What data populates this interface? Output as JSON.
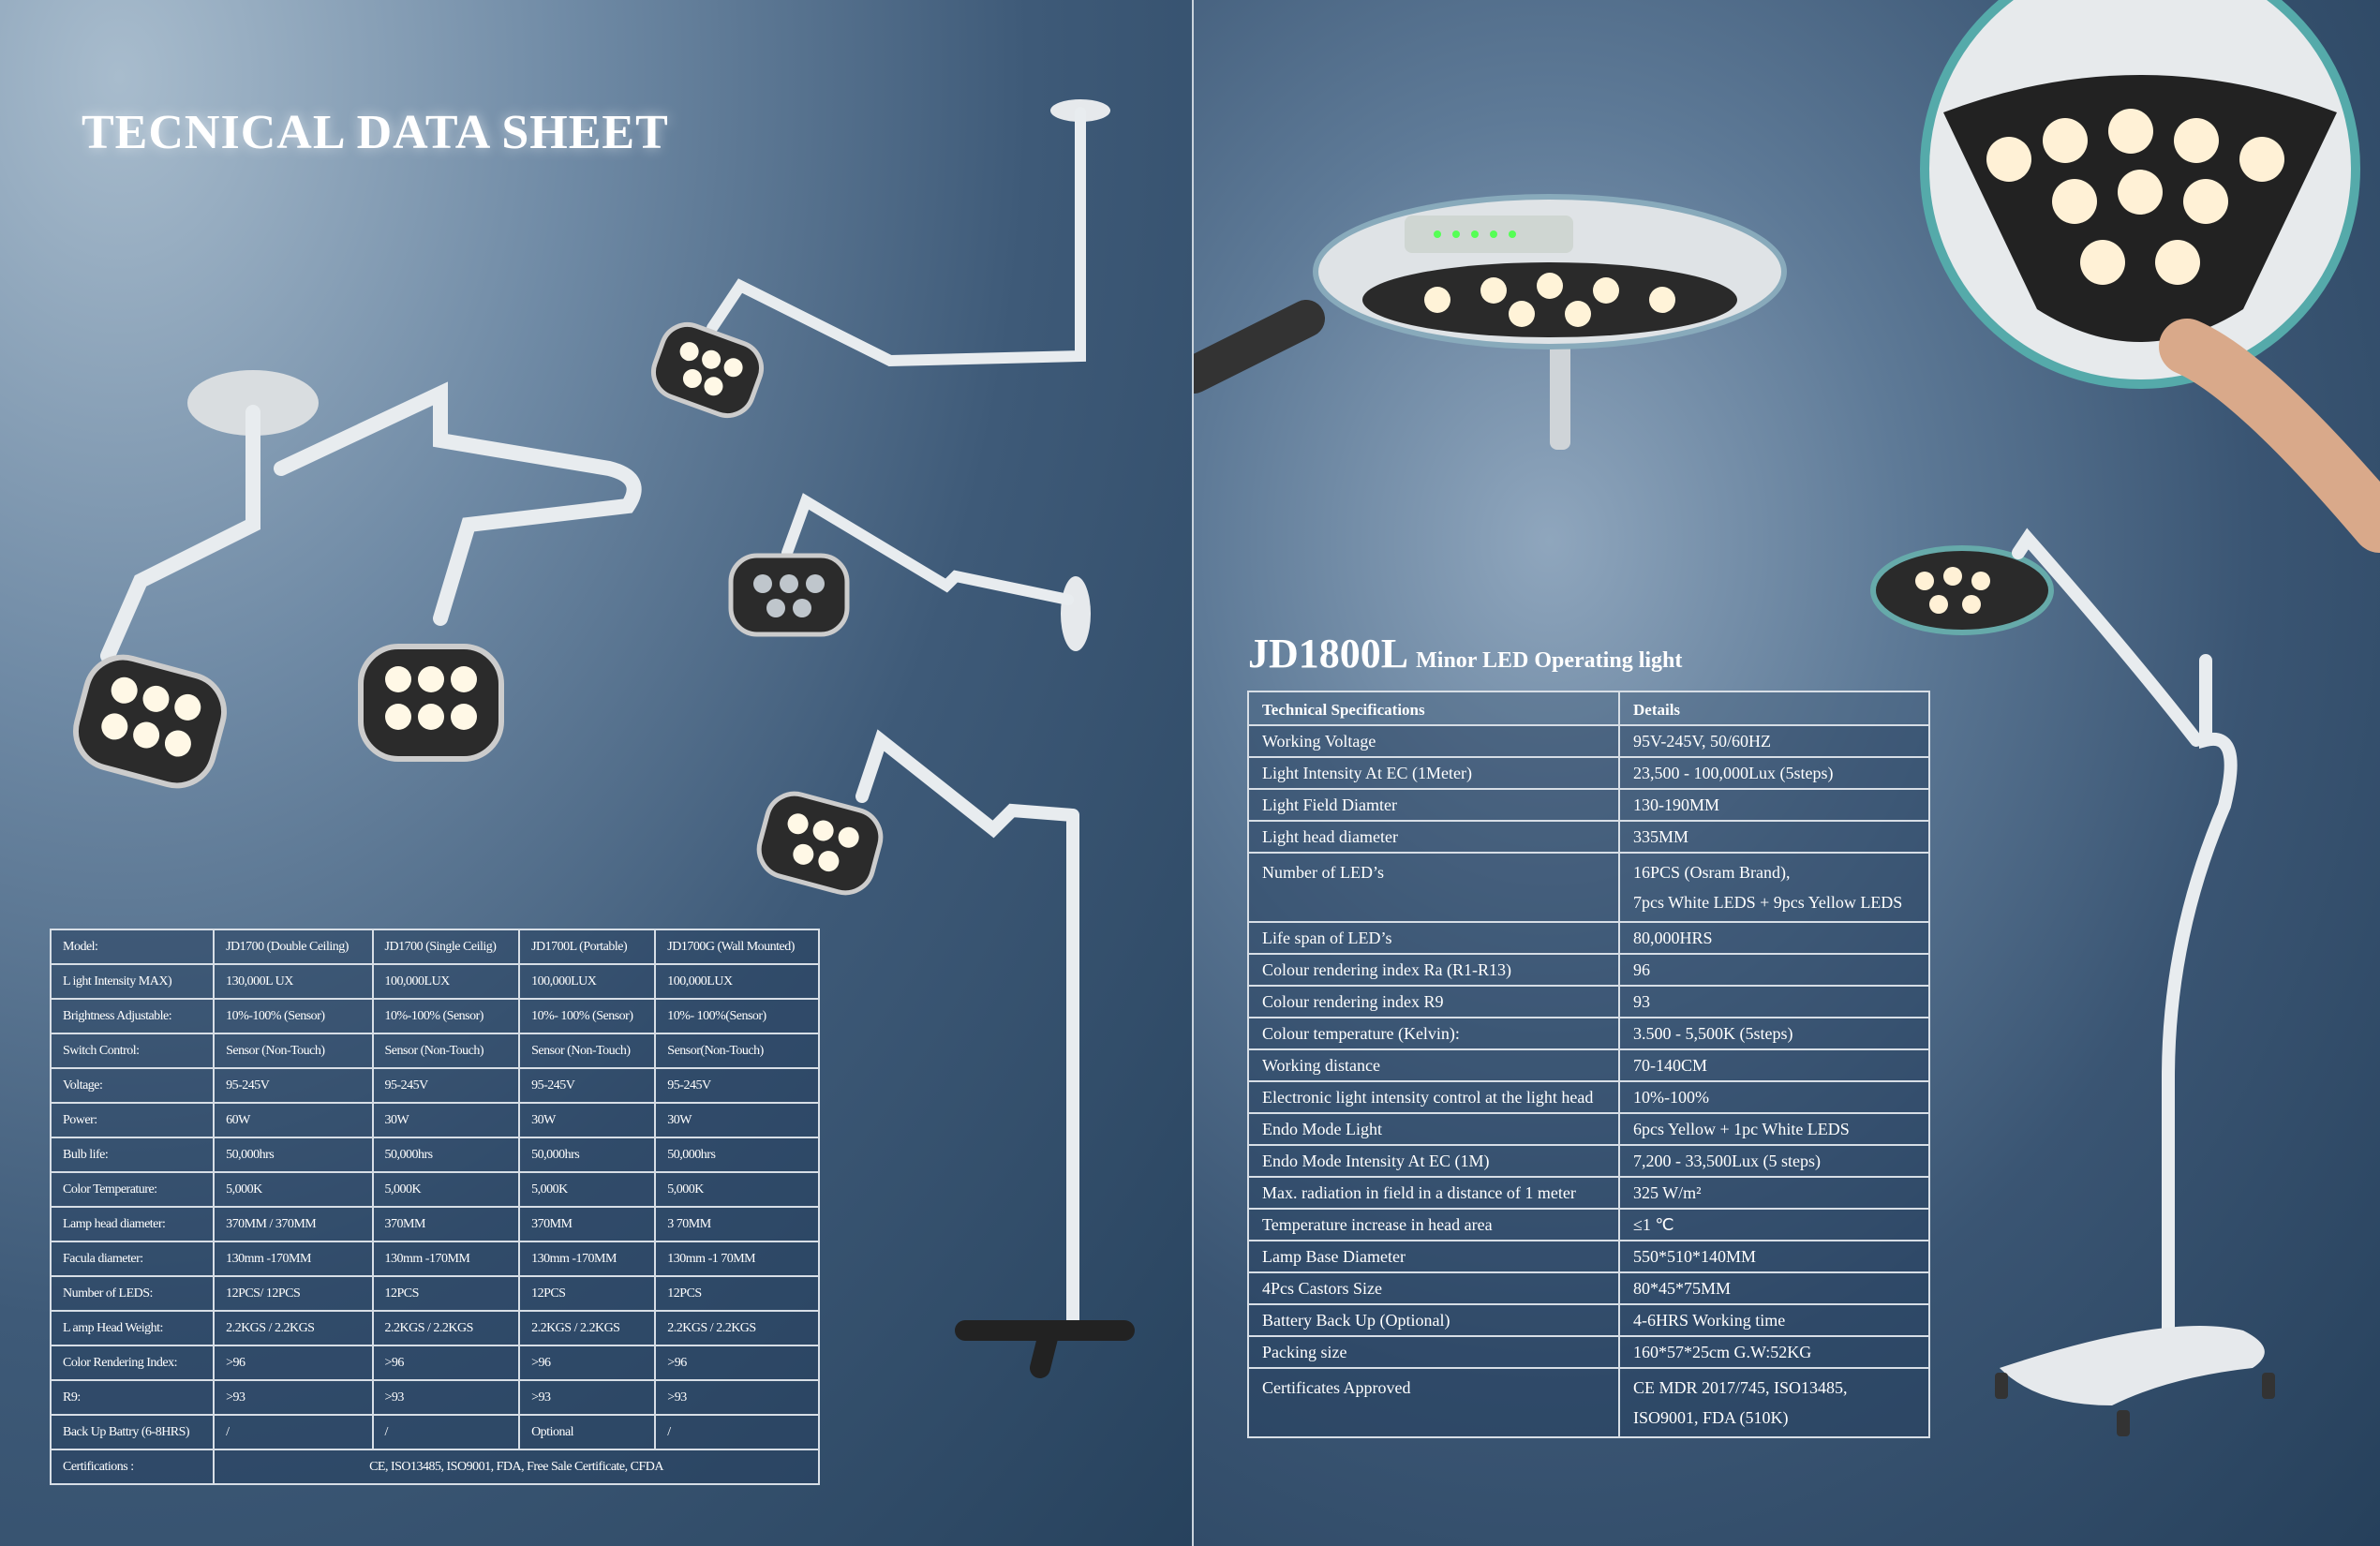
{
  "left_page": {
    "title": "TECNICAL DATA SHEET",
    "table": {
      "header": [
        "Model:",
        "JD1700 (Double Ceiling)",
        "JD1700 (Single Ceilig)",
        "JD1700L (Portable)",
        "JD1700G (Wall Mounted)"
      ],
      "rows": [
        [
          "L ight Intensity MAX)",
          "130,000L UX",
          "100,000LUX",
          "100,000LUX",
          "100,000LUX"
        ],
        [
          "Brightness Adjustable:",
          "10%-100% (Sensor)",
          "10%-100% (Sensor)",
          "10%- 100% (Sensor)",
          "10%- 100%(Sensor)"
        ],
        [
          "Switch Control:",
          "Sensor (Non-Touch)",
          "Sensor (Non-Touch)",
          "Sensor (Non-Touch)",
          "Sensor(Non-Touch)"
        ],
        [
          "Voltage:",
          "95-245V",
          "95-245V",
          "95-245V",
          "95-245V"
        ],
        [
          "Power:",
          "60W",
          "30W",
          "30W",
          "30W"
        ],
        [
          "Bulb life:",
          "50,000hrs",
          "50,000hrs",
          "50,000hrs",
          "50,000hrs"
        ],
        [
          "Color Temperature:",
          "5,000K",
          "5,000K",
          "5,000K",
          "5,000K"
        ],
        [
          "Lamp head diameter:",
          "370MM / 370MM",
          "370MM",
          "370MM",
          "3 70MM"
        ],
        [
          "Facula diameter:",
          "130mm -170MM",
          "130mm -170MM",
          "130mm -170MM",
          "130mm -1 70MM"
        ],
        [
          "Number of LEDS:",
          "12PCS/ 12PCS",
          "12PCS",
          "12PCS",
          "12PCS"
        ],
        [
          "L amp Head Weight:",
          "2.2KGS / 2.2KGS",
          "2.2KGS / 2.2KGS",
          "2.2KGS / 2.2KGS",
          "2.2KGS / 2.2KGS"
        ],
        [
          "Color Rendering Index:",
          ">96",
          ">96",
          ">96",
          ">96"
        ],
        [
          "R9:",
          ">93",
          ">93",
          ">93",
          ">93"
        ],
        [
          "Back Up Battry (6-8HRS)",
          "/",
          "/",
          "Optional",
          "/"
        ]
      ],
      "cert_label": "Certifications :",
      "cert_value": "CE, ISO13485, ISO9001, FDA, Free Sale Certificate, CFDA"
    }
  },
  "right_page": {
    "model": "JD1800L",
    "subtitle": "Minor LED Operating light",
    "table": {
      "header": [
        "Technical Specifications",
        "Details"
      ],
      "rows": [
        [
          "Working Voltage",
          "95V-245V, 50/60HZ"
        ],
        [
          "Light Intensity At EC (1Meter)",
          "23,500 - 100,000Lux (5steps)"
        ],
        [
          "Light Field Diamter",
          "130-190MM"
        ],
        [
          "Light head diameter",
          "335MM"
        ],
        [
          "Number of LED’s",
          "16PCS (Osram Brand),",
          "7pcs White LEDS + 9pcs Yellow LEDS"
        ],
        [
          "Life span of LED’s",
          "80,000HRS"
        ],
        [
          "Colour rendering index Ra (R1-R13)",
          "96"
        ],
        [
          "Colour rendering index R9",
          "93"
        ],
        [
          "Colour temperature (Kelvin):",
          "3.500 - 5,500K (5steps)"
        ],
        [
          "Working distance",
          "70-140CM"
        ],
        [
          "Electronic light intensity control at the light head",
          "10%-100%"
        ],
        [
          "Endo Mode Light",
          "6pcs Yellow + 1pc White LEDS"
        ],
        [
          "Endo Mode Intensity At EC (1M)",
          "7,200 - 33,500Lux  (5 steps)"
        ],
        [
          "Max. radiation in field in a distance of 1 meter",
          "325 W/m²"
        ],
        [
          "Temperature increase in head area",
          "≤1 ℃"
        ],
        [
          "Lamp Base Diameter",
          "550*510*140MM"
        ],
        [
          "4Pcs Castors Size",
          "80*45*75MM"
        ],
        [
          "Battery Back Up (Optional)",
          "4-6HRS Working time"
        ],
        [
          "Packing size",
          "160*57*25cm    G.W:52KG"
        ],
        [
          "Certificates Approved",
          "CE MDR 2017/745, ISO13485,",
          "ISO9001, FDA (510K)"
        ]
      ]
    }
  }
}
